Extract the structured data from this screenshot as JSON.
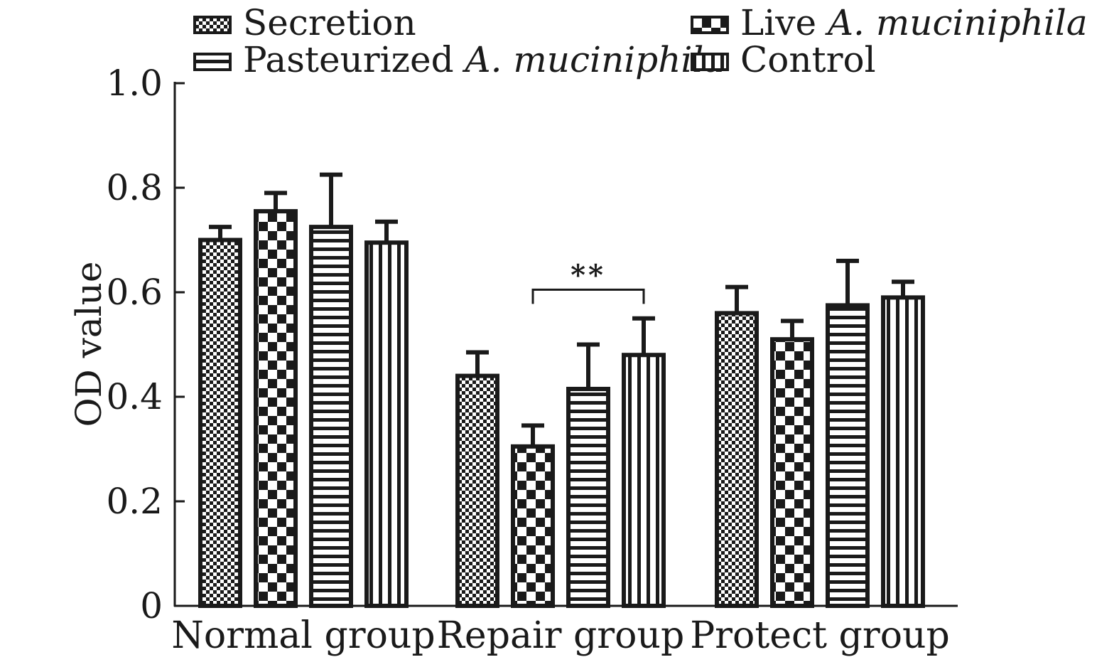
{
  "chart_data": {
    "type": "bar",
    "categories": [
      "Normal group",
      "Repair group",
      "Protect group"
    ],
    "series": [
      {
        "name": "Secretion",
        "pattern": "fine-check",
        "values": [
          0.7,
          0.44,
          0.56
        ],
        "errors": [
          0.025,
          0.045,
          0.05
        ]
      },
      {
        "name": "Live A. muciniphila",
        "pattern": "coarse-check",
        "values": [
          0.755,
          0.305,
          0.51
        ],
        "errors": [
          0.035,
          0.04,
          0.035
        ]
      },
      {
        "name": "Pasteurized A. muciniphila",
        "pattern": "horizontal-lines",
        "values": [
          0.725,
          0.415,
          0.575
        ],
        "errors": [
          0.1,
          0.085,
          0.085
        ]
      },
      {
        "name": "Control",
        "pattern": "vertical-lines",
        "values": [
          0.695,
          0.48,
          0.59
        ],
        "errors": [
          0.04,
          0.07,
          0.03
        ]
      }
    ],
    "legend": [
      {
        "prefix": "Secretion",
        "italic": "",
        "pattern": "fine-check"
      },
      {
        "prefix": "Live ",
        "italic": "A. muciniphila",
        "pattern": "coarse-check"
      },
      {
        "prefix": "Pasteurized ",
        "italic": "A. muciniphila",
        "pattern": "horizontal-lines"
      },
      {
        "prefix": "Control",
        "italic": "",
        "pattern": "vertical-lines"
      }
    ],
    "legend_placement": "top",
    "ylabel": "OD value",
    "xlabel": "",
    "ylim": [
      0,
      1.0
    ],
    "yticks": [
      {
        "value": 0,
        "label": "0"
      },
      {
        "value": 0.2,
        "label": "0.2"
      },
      {
        "value": 0.4,
        "label": "0.4"
      },
      {
        "value": 0.6,
        "label": "0.6"
      },
      {
        "value": 0.8,
        "label": "0.8"
      },
      {
        "value": 1.0,
        "label": "1.0"
      }
    ],
    "grid": false,
    "significance": [
      {
        "category": "Repair group",
        "from_series": 1,
        "to_series": 3,
        "label": "**"
      }
    ],
    "colors": {
      "bar": "#1a1a1a",
      "background": "#ffffff"
    }
  }
}
